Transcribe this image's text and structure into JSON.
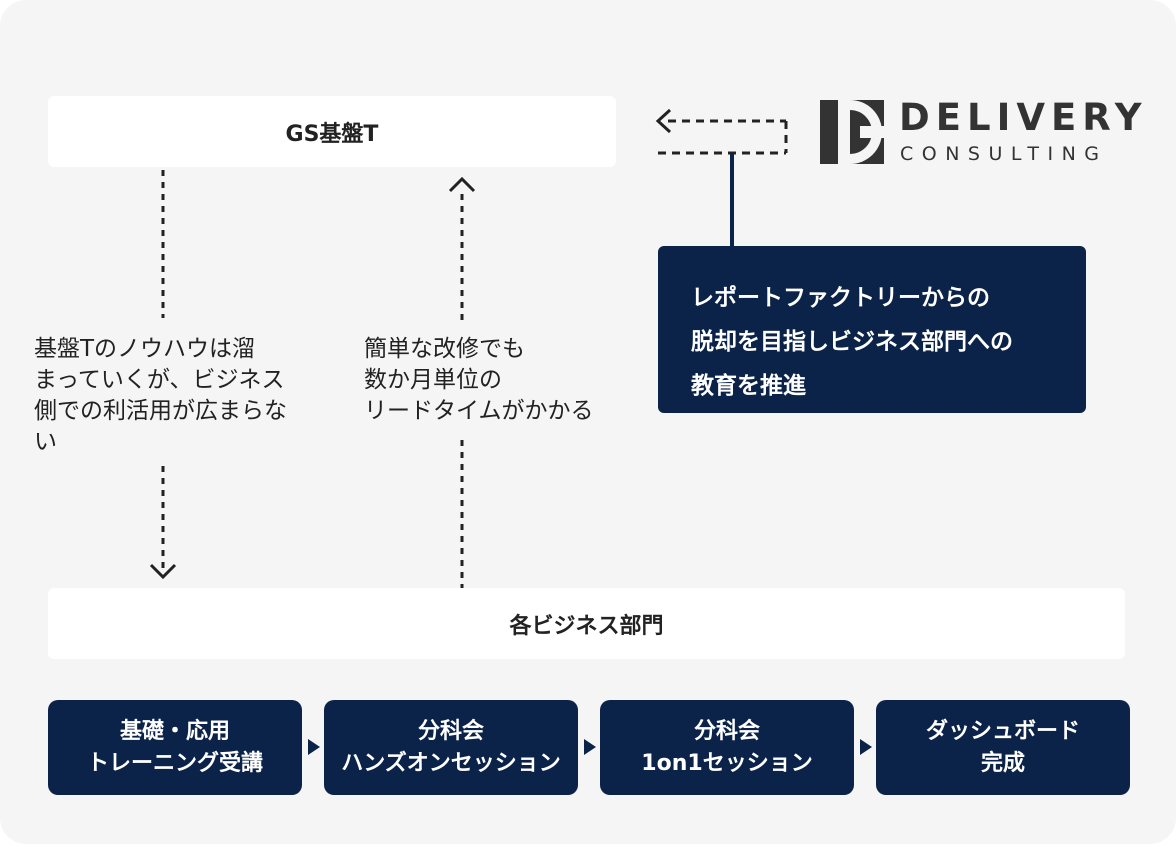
{
  "nodes": {
    "gs_team": "GS基盤T",
    "business_units": "各ビジネス部門"
  },
  "notes": {
    "left": "基盤Tのノウハウは溜\nまっていくが、ビジネス\n側での利活用が広まらな\nい",
    "right": "簡単な改修でも\n数か月単位の\nリードタイムがかかる"
  },
  "callout": {
    "text": "レポートファクトリーからの\n脱却を目指しビジネス部門への\n教育を推進"
  },
  "logo": {
    "name": "DELIVERY",
    "sub": "CONSULTING"
  },
  "steps": [
    {
      "label": "基礎・応用\nトレーニング受講"
    },
    {
      "label": "分科会\nハンズオンセッション"
    },
    {
      "label": "分科会\n1on1セッション"
    },
    {
      "label": "ダッシュボード\n完成"
    }
  ],
  "colors": {
    "navy": "#0b2349",
    "background": "#f5f5f5",
    "text": "#222222"
  }
}
